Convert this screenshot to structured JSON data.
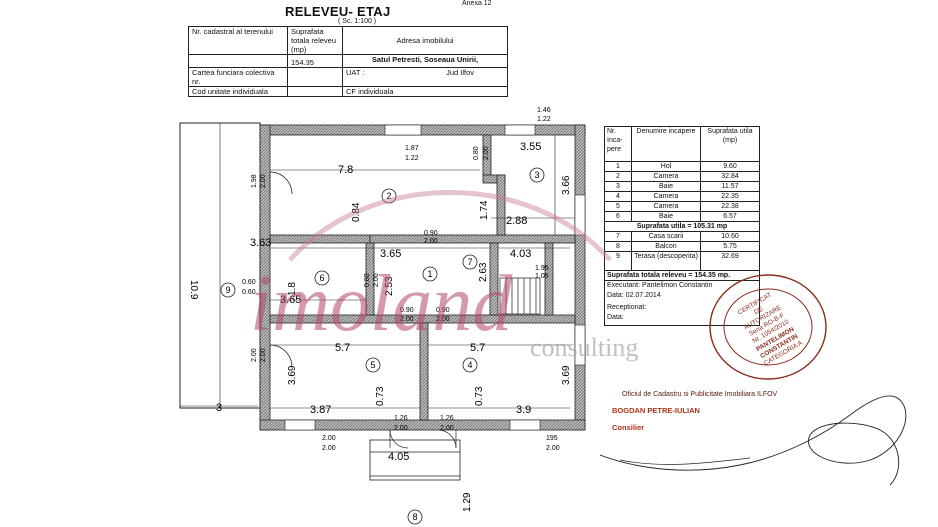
{
  "doc": {
    "anexa": "Anexa 12",
    "title": "RELEVEU- ETAJ",
    "scale": "( Sc. 1:100 )"
  },
  "header_table": {
    "r1_c1": "Nr. cadastral al terenului",
    "r1_c2": "Suprafata totala releveu (mp)",
    "r1_c3": "Adresa imobilului",
    "r2_c2": "154.35",
    "r2_c3": "Satul Petresti, Soseaua Unirii,",
    "r3_c1": "Cartea funciara colectiva nr.",
    "r3_c3a": "UAT :",
    "r3_c3b": "Jud Ilfov",
    "r4_c1": "Cod unitate individuala",
    "r4_c3": "CF individuala"
  },
  "rooms_table": {
    "h1": "Nr. Inca-pere",
    "h2": "Denumire incapere",
    "h3": "Suprafata utila (mp)",
    "rows": [
      {
        "nr": "1",
        "name": "Hol",
        "area": "9.60"
      },
      {
        "nr": "2",
        "name": "Camera",
        "area": "32.84"
      },
      {
        "nr": "3",
        "name": "Baie",
        "area": "11.57"
      },
      {
        "nr": "4",
        "name": "Camera",
        "area": "22.35"
      },
      {
        "nr": "5",
        "name": "Camera",
        "area": "22.38"
      },
      {
        "nr": "6",
        "name": "Baie",
        "area": "6.57"
      }
    ],
    "subtotal": "Suprafata utila = 105.31 mp",
    "extra_rows": [
      {
        "nr": "7",
        "name": "Casa scarii",
        "area": "10.60"
      },
      {
        "nr": "8",
        "name": "Balcon",
        "area": "5.75"
      },
      {
        "nr": "9",
        "name": "Terasa (descoperita)",
        "area": "32.69"
      }
    ],
    "total": "Suprafata totala releveu = 154.35 mp."
  },
  "signature": {
    "executant": "Executant: Pantelimon Constantin",
    "data1": "Data: 02.07.2014",
    "receptionat": "Receptionat:",
    "data2": "Data:",
    "office": "Oficiul de Cadastru si Publicitate Imobiliara ILFOV",
    "person": "BOGDAN PETRE-IULIAN",
    "role": "Consilier"
  },
  "stamp": {
    "line1": "CERTIFICAT",
    "line2": "DE",
    "line3": "AUTORIZARE",
    "line4": "Seria RO-B-F",
    "line5": "Nr. 1054/2010",
    "line6": "PANTELIMON",
    "line7": "CONSTANTIN",
    "line8": "CATEGORIA A"
  },
  "watermark": {
    "brand": "imoland",
    "sub": "consulting"
  },
  "plan": {
    "rooms": {
      "r1": "1",
      "r2": "2",
      "r3": "3",
      "r4": "4",
      "r5": "5",
      "r6": "6",
      "r7": "7",
      "r8": "8",
      "r9": "9"
    },
    "dims": {
      "d_7_8": "7.8",
      "d_3_55": "3.55",
      "d_1_87": "1.87",
      "d_1_22a": "1.22",
      "d_1_46": "1.46",
      "d_1_22b": "1.22",
      "d_0_80": "0.80",
      "d_2_00a": "2.00",
      "d_3_66": "3.66",
      "d_1_98": "1.98",
      "d_2_00b": "2.00",
      "d_0_84": "0.84",
      "d_1_74": "1.74",
      "d_2_88": "2.88",
      "d_3_63": "3.63",
      "d_0_90a": "0.90",
      "d_2_00c": "2.00",
      "d_3_65a": "3.65",
      "d_4_03": "4.03",
      "d_10_9": "10.9",
      "d_0_60a": "0.60",
      "d_0_60b": "0.60",
      "d_1_8": "1.8",
      "d_0_80b": "0.80",
      "d_2_00d": "2.00",
      "d_2_53": "2.53",
      "d_2_63": "2.63",
      "d_1_95": "1.95",
      "d_1_05": "1.05",
      "d_3_65b": "3.65",
      "d_0_90b": "0.90",
      "d_2_00e": "2.00",
      "d_0_90c": "0.90",
      "d_2_00f": "2.00",
      "d_5_7a": "5.7",
      "d_5_7b": "5.7",
      "d_2_00g": "2.00",
      "d_2_00h": "2.00",
      "d_3_69a": "3.69",
      "d_3_69b": "3.69",
      "d_0_73a": "0.73",
      "d_0_73b": "0.73",
      "d_3": "3",
      "d_3_87": "3.87",
      "d_3_9": "3.9",
      "d_1_26a": "1.26",
      "d_2_00i": "2.00",
      "d_1_26b": "1.26",
      "d_2_00j": "2.00",
      "d_2_00k": "2.00",
      "d_2_00l": "2.00",
      "d_1_95b": "195",
      "d_2_00m": "2.00",
      "d_4_05": "4.05",
      "d_1_29": "1.29"
    }
  }
}
